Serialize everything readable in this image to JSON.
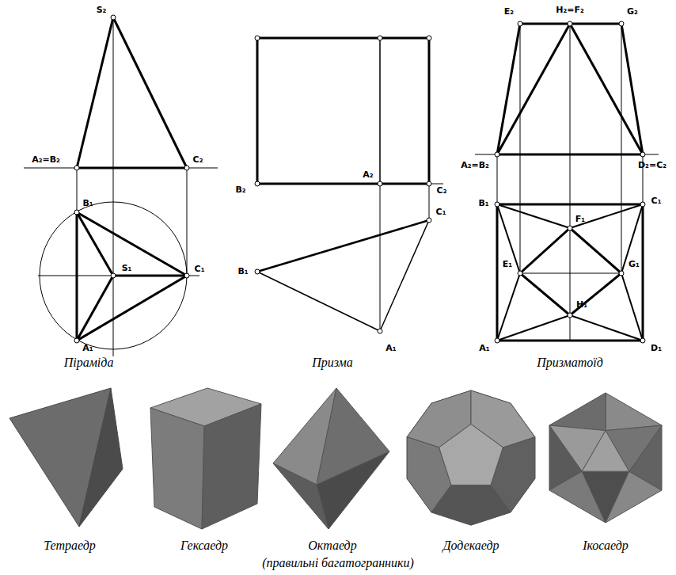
{
  "diagram": {
    "labels": [
      "S₂",
      "A₂=B₂",
      "C₂",
      "B₁",
      "S₁",
      "C₁",
      "A₁",
      "B₂",
      "A₂",
      "C₂",
      "C₁",
      "B₁",
      "A₁",
      "E₂",
      "H₂=F₂",
      "G₂",
      "A₂=B₂",
      "D₂=C₂",
      "B₁",
      "C₁",
      "F₁",
      "E₁",
      "G₁",
      "H₁",
      "A₁",
      "D₁",
      "Піраміда",
      "Призма",
      "Призматоїд",
      "Тетраедр",
      "Гексаедр",
      "Октаедр",
      "Додекаедр",
      "Ікосаедр",
      "(правильні багатогранники)"
    ]
  }
}
